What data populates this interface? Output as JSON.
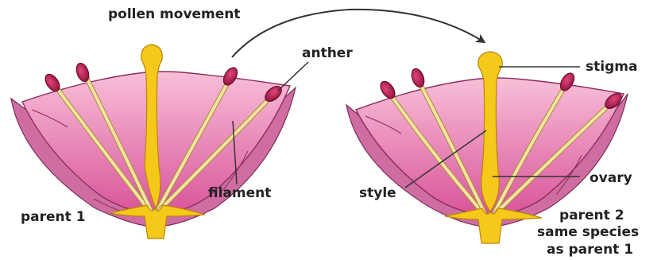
{
  "labels": {
    "pollen_movement": "pollen movement",
    "anther": "anther",
    "filament": "filament",
    "parent1": "parent 1",
    "stigma": "stigma",
    "style": "style",
    "ovary": "ovary",
    "parent2_line1": "parent 2",
    "parent2_line2": "same species",
    "parent2_line3": "as parent 1"
  },
  "colors": {
    "petal_outer": "#c66a9b",
    "petal_inner_top": "#f6b3cf",
    "petal_inner_bottom": "#d9559a",
    "carpel": "#f6c81a",
    "carpel_edge": "#b8860b",
    "filament": "#f2e3a0",
    "anther": "#c2185b",
    "anther_edge": "#6d0d2f",
    "text": "#222222",
    "line": "#333333"
  },
  "icons": {
    "arrow": "curved-arrow"
  }
}
